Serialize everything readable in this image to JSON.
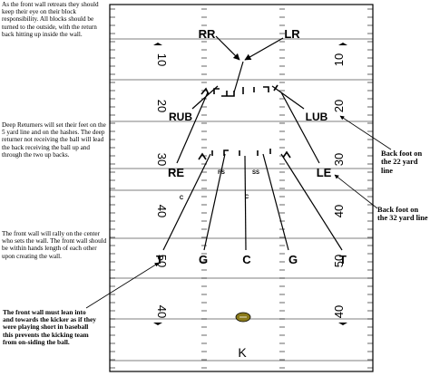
{
  "notes": {
    "front_wall_retreats": "As the front wall retreats they should keep their eye on their block responsibility.  All blocks should be turned to the outside, with the return back hitting up inside the wall.",
    "deep_returners": "Deep Returners will set their feet on the 5 yard line and on the hashes. The deep returner not receiving the ball will lead the back receiving the ball up and through the two up backs.",
    "front_wall_rally": "The front wall will rally on the center who sets the wall.  The front wall should be within hands length of each other upon creating the wall.",
    "front_wall_lean": "The front wall must lean into and towards the kicker as if they were playing short in baseball this prevents the kicking team from on-siding the ball.",
    "back_foot_22": "Back foot on the 22 yard line",
    "back_foot_32": "Back foot on the 32 yard line"
  },
  "players": {
    "rr": "RR",
    "lr": "LR",
    "rub": "RUB",
    "lub": "LUB",
    "re": "RE",
    "le": "LE",
    "fs": "FS",
    "ss": "SS",
    "c_small_left": "C",
    "c_small_right": "C",
    "t_left": "T",
    "g_left": "G",
    "c_center": "C",
    "g_right": "G",
    "t_right": "T",
    "k": "K"
  },
  "yard_numbers": {
    "left": [
      "10",
      "20",
      "30",
      "40",
      "50",
      "40"
    ],
    "right": [
      "10",
      "20",
      "30",
      "40",
      "50",
      "40"
    ]
  }
}
